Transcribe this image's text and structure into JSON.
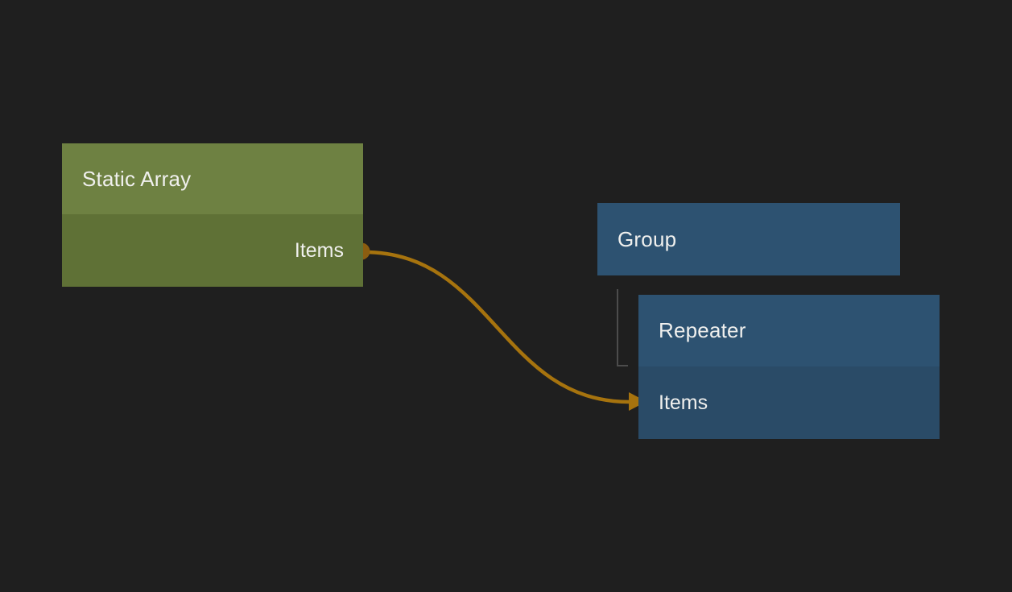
{
  "canvas": {
    "background": "#1f1f1f"
  },
  "nodes": {
    "static_array": {
      "title": "Static Array",
      "header_color": "#6e8142",
      "body_color": "#5f7136",
      "outputs": [
        {
          "label": "Items"
        }
      ]
    },
    "group": {
      "title": "Group",
      "header_color": "#2d5271"
    },
    "repeater": {
      "title": "Repeater",
      "header_color": "#2d5271",
      "body_color": "#2a4b67",
      "inputs": [
        {
          "label": "Items"
        }
      ]
    }
  },
  "connection": {
    "from_node": "Static Array",
    "from_port": "Items",
    "to_node": "Repeater",
    "to_port": "Items",
    "wire_color": "#a6730e",
    "port_dot_color": "#8b5d10"
  },
  "hierarchy": {
    "line_color": "#4c4c4c"
  },
  "text_color": "#f0f0ee"
}
